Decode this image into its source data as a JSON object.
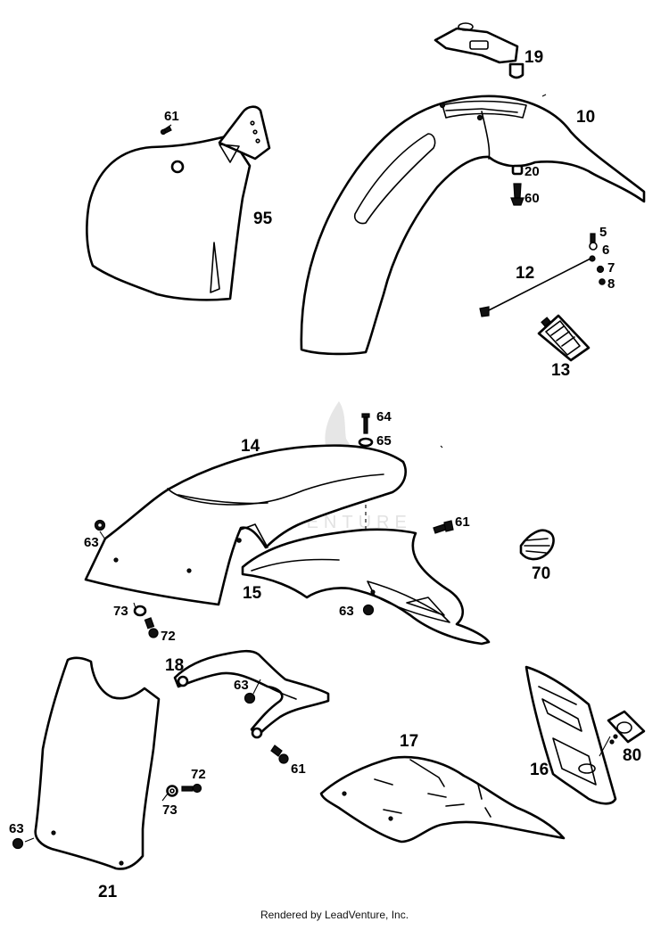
{
  "watermark": "LEADVENTURE",
  "credit": "Rendered by LeadVenture, Inc.",
  "callouts": {
    "c19": "19",
    "c10": "10",
    "c61a": "61",
    "c95": "95",
    "c20": "20",
    "c60": "60",
    "c5": "5",
    "c6": "6",
    "c7": "7",
    "c8": "8",
    "c12": "12",
    "c13": "13",
    "c64": "64",
    "c65": "65",
    "c14": "14",
    "c61b": "61",
    "c63a": "63",
    "c70": "70",
    "c15": "15",
    "c73a": "73",
    "c63b": "63",
    "c72a": "72",
    "c18": "18",
    "c63c": "63",
    "c61c": "61",
    "c17": "17",
    "c72b": "72",
    "c73b": "73",
    "c16": "16",
    "c80": "80",
    "c63d": "63",
    "c21": "21"
  }
}
